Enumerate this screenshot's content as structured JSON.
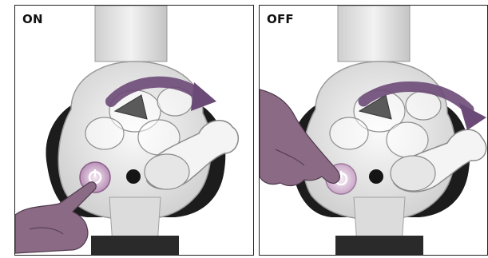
{
  "panels": [
    {
      "label": "ON",
      "state": "on",
      "hand_from": "bottom-left",
      "arrow_direction": "clockwise"
    },
    {
      "label": "OFF",
      "state": "off",
      "hand_from": "left",
      "arrow_direction": "clockwise"
    }
  ],
  "colors": {
    "hand": "#8a6a85",
    "arrow": "#6b4a77",
    "button_ring": "#b990b8",
    "device_body": "#e9e9e9",
    "device_shadow": "#bdbdbd",
    "outline": "#222222"
  },
  "icons": [
    "power-icon",
    "arrow-icon",
    "hand-icon"
  ]
}
